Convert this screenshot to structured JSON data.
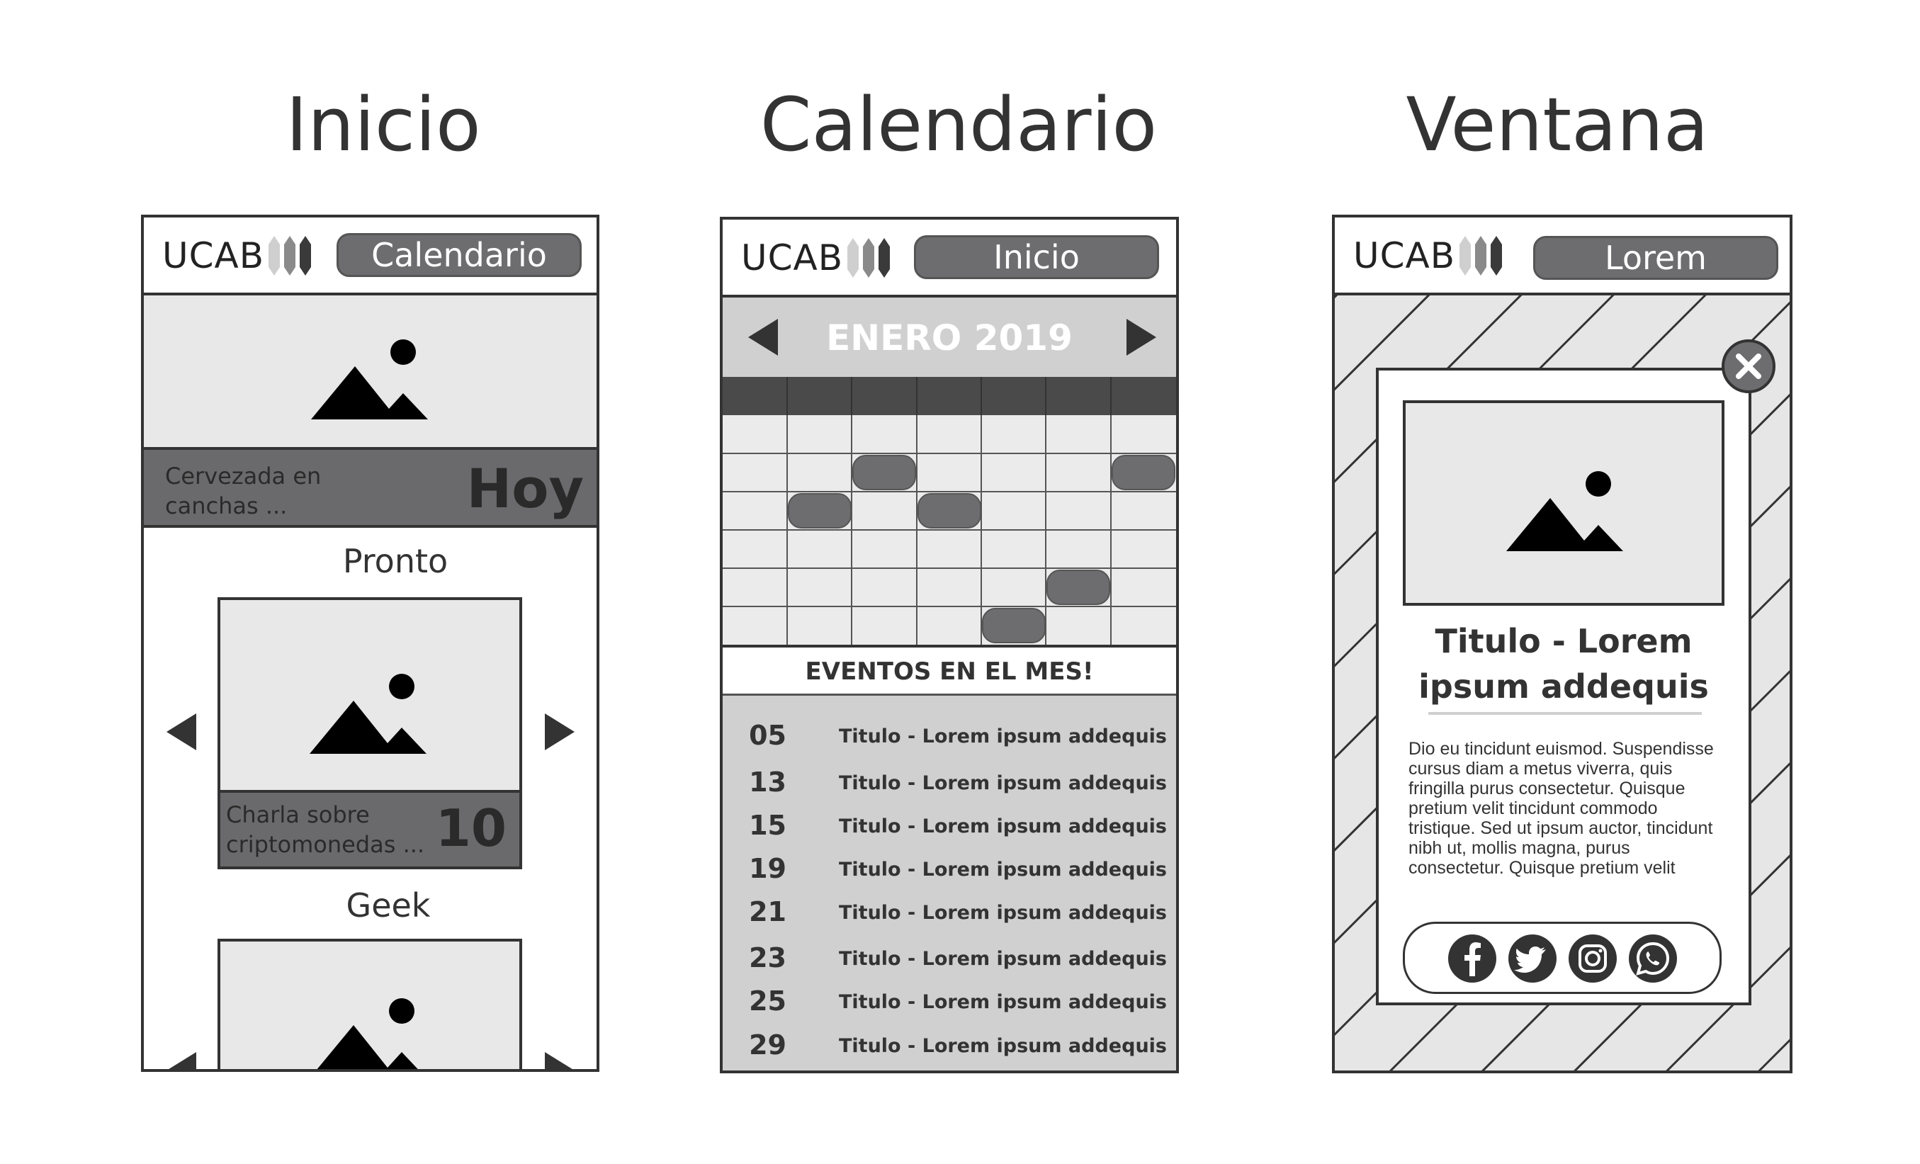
{
  "titles": {
    "inicio": "Inicio",
    "calendario": "Calendario",
    "ventana": "Ventana"
  },
  "logo": {
    "text": "UCAB"
  },
  "inicio": {
    "nav_button": "Calendario",
    "featured": {
      "caption": "Cervezada en\ncanchas ...",
      "badge": "Hoy"
    },
    "section_pronto": "Pronto",
    "card1": {
      "caption": "Charla sobre\ncriptomonedas ...",
      "day": "10"
    },
    "section_geek": "Geek"
  },
  "calendario": {
    "nav_button": "Inicio",
    "month": "ENERO 2019",
    "events_header": "EVENTOS EN EL MES!",
    "events": [
      {
        "day": "05",
        "title": "Titulo - Lorem ipsum addequis"
      },
      {
        "day": "13",
        "title": "Titulo - Lorem ipsum addequis"
      },
      {
        "day": "15",
        "title": "Titulo - Lorem ipsum addequis"
      },
      {
        "day": "19",
        "title": "Titulo - Lorem ipsum addequis"
      },
      {
        "day": "21",
        "title": "Titulo - Lorem ipsum addequis"
      },
      {
        "day": "23",
        "title": "Titulo - Lorem ipsum addequis"
      },
      {
        "day": "25",
        "title": "Titulo - Lorem ipsum addequis"
      },
      {
        "day": "29",
        "title": "Titulo - Lorem ipsum addequis"
      }
    ]
  },
  "ventana": {
    "nav_button": "Lorem",
    "modal_title": "Titulo - Lorem\nipsum addequis",
    "modal_body": "Dio eu tincidunt euismod. Suspendisse cursus diam a metus viverra, quis fringilla purus consectetur. Quisque pretium velit tincidunt commodo tristique. Sed ut ipsum auctor, tincidunt nibh ut, mollis magna, purus consectetur. Quisque pretium velit",
    "social_icons": [
      "facebook-icon",
      "twitter-icon",
      "instagram-icon",
      "whatsapp-icon"
    ]
  },
  "colors": {
    "dark": "#6a6a6c",
    "light": "#e8e8e8",
    "outline": "#333333",
    "mid": "#d0d0d0"
  }
}
